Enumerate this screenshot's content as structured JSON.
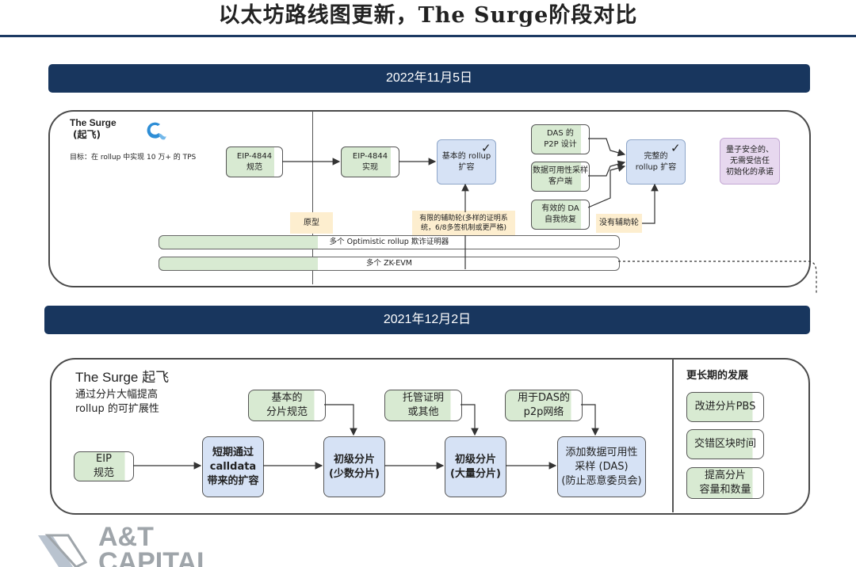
{
  "title": "以太坊路线图更新，The Surge阶段对比",
  "section_2022": {
    "date": "2022年11月5日",
    "name": "The Surge",
    "name_sub": "(起飞)",
    "goal": "目标：在 rollup 中实现 10 万+ 的 TPS",
    "boxes": {
      "eip_spec": "EIP-4844\n规范",
      "eip_impl": "EIP-4844\n实现",
      "basic_rollup": "基本的 rollup\n扩容",
      "das_p2p": "DAS 的\nP2P 设计",
      "das_client": "数据可用性采样\n客户端",
      "da_recovery": "有效的 DA\n自我恢复",
      "full_rollup": "完整的\nrollup 扩容",
      "quantum": "量子安全的、\n无需受信任\n初始化的承诺"
    },
    "check_mark": "✓",
    "notes": {
      "prototype": "原型",
      "limited_training_wheels": "有限的辅助轮(多样的证明系\n统，6/8多签机制或更严格)",
      "no_training_wheels": "没有辅助轮"
    },
    "lanes": {
      "optimistic": "多个 Optimistic rollup 欺诈证明器",
      "zkevm": "多个 ZK-EVM"
    }
  },
  "section_2021": {
    "date": "2021年12月2日",
    "name": "The Surge 起飞",
    "subtitle": "通过分片大幅提高\nrollup 的可扩展性",
    "boxes": {
      "eip_spec": "EIP\n规范",
      "short_term": "短期通过\ncalldata\n带来的扩容",
      "basic_shard_spec": "基本的\n分片规范",
      "initial_few": "初级分片\n(少数分片)",
      "custody": "托管证明\n或其他",
      "initial_many": "初级分片\n(大量分片)",
      "das_p2p": "用于DAS的\np2p网络",
      "add_das": "添加数据可用性\n采样 (DAS)\n(防止恶意委员会)"
    },
    "long_term": {
      "title": "更长期的发展",
      "items": [
        "改进分片PBS",
        "交错区块时间",
        "提高分片\n容量和数量"
      ]
    }
  },
  "logo": {
    "line1": "A&T",
    "line2": "CAPITAL"
  },
  "colors": {
    "banner": "#18365e",
    "green_box": "#d8ead2",
    "blue_box": "#d6e2f5",
    "purple_box": "#e7d8ef",
    "note_yellow": "#fdeecf",
    "logo": "#9fa5aa"
  }
}
